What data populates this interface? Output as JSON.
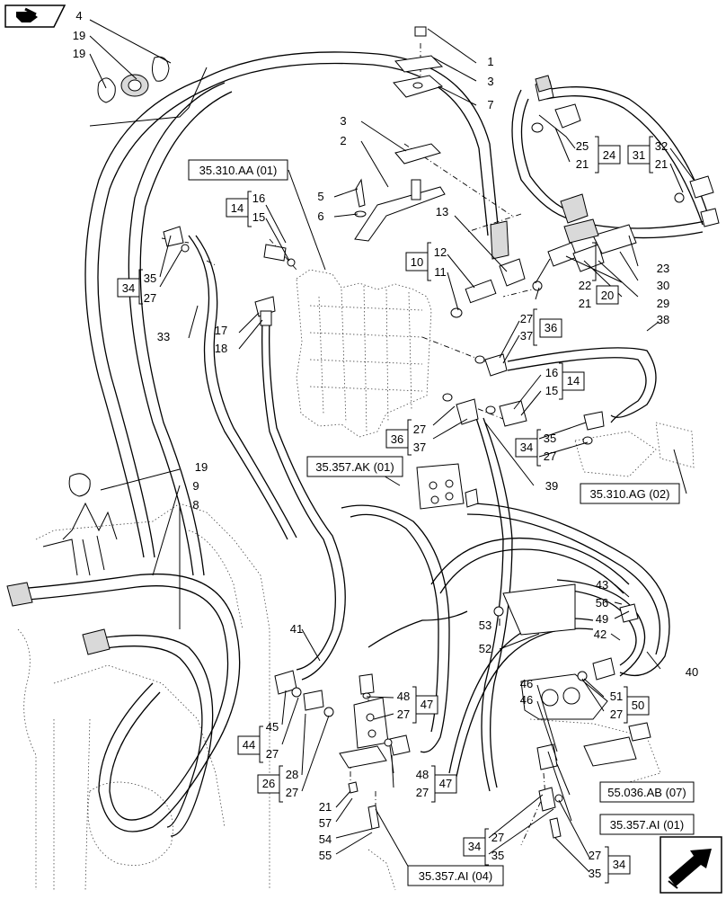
{
  "callouts": [
    "4",
    "1",
    "3",
    "19",
    "7",
    "19",
    "25",
    "21",
    "24",
    "32",
    "21",
    "31",
    "3",
    "2",
    "5",
    "6",
    "16",
    "14",
    "15",
    "35",
    "34",
    "27",
    "33",
    "13",
    "12",
    "10",
    "11",
    "22",
    "21",
    "20",
    "23",
    "30",
    "29",
    "38",
    "17",
    "18",
    "27",
    "37",
    "36",
    "16",
    "15",
    "14",
    "27",
    "36",
    "37",
    "35",
    "34",
    "27",
    "19",
    "9",
    "8",
    "39",
    "43",
    "56",
    "49",
    "53",
    "42",
    "52",
    "40",
    "46",
    "46",
    "51",
    "27",
    "50",
    "41",
    "48",
    "27",
    "47",
    "45",
    "44",
    "27",
    "28",
    "26",
    "27",
    "48",
    "27",
    "47",
    "21",
    "57",
    "54",
    "55",
    "27",
    "34",
    "35",
    "27",
    "35",
    "34"
  ],
  "refs": [
    "35.310.AA (01)",
    "35.357.AK (01)",
    "35.310.AG (02)",
    "55.036.AB (07)",
    "35.357.AI (01)",
    "35.357.AI (04)"
  ],
  "icons": {
    "top_left": "bookmark-icon",
    "bottom_right": "next-page-arrow-icon"
  }
}
